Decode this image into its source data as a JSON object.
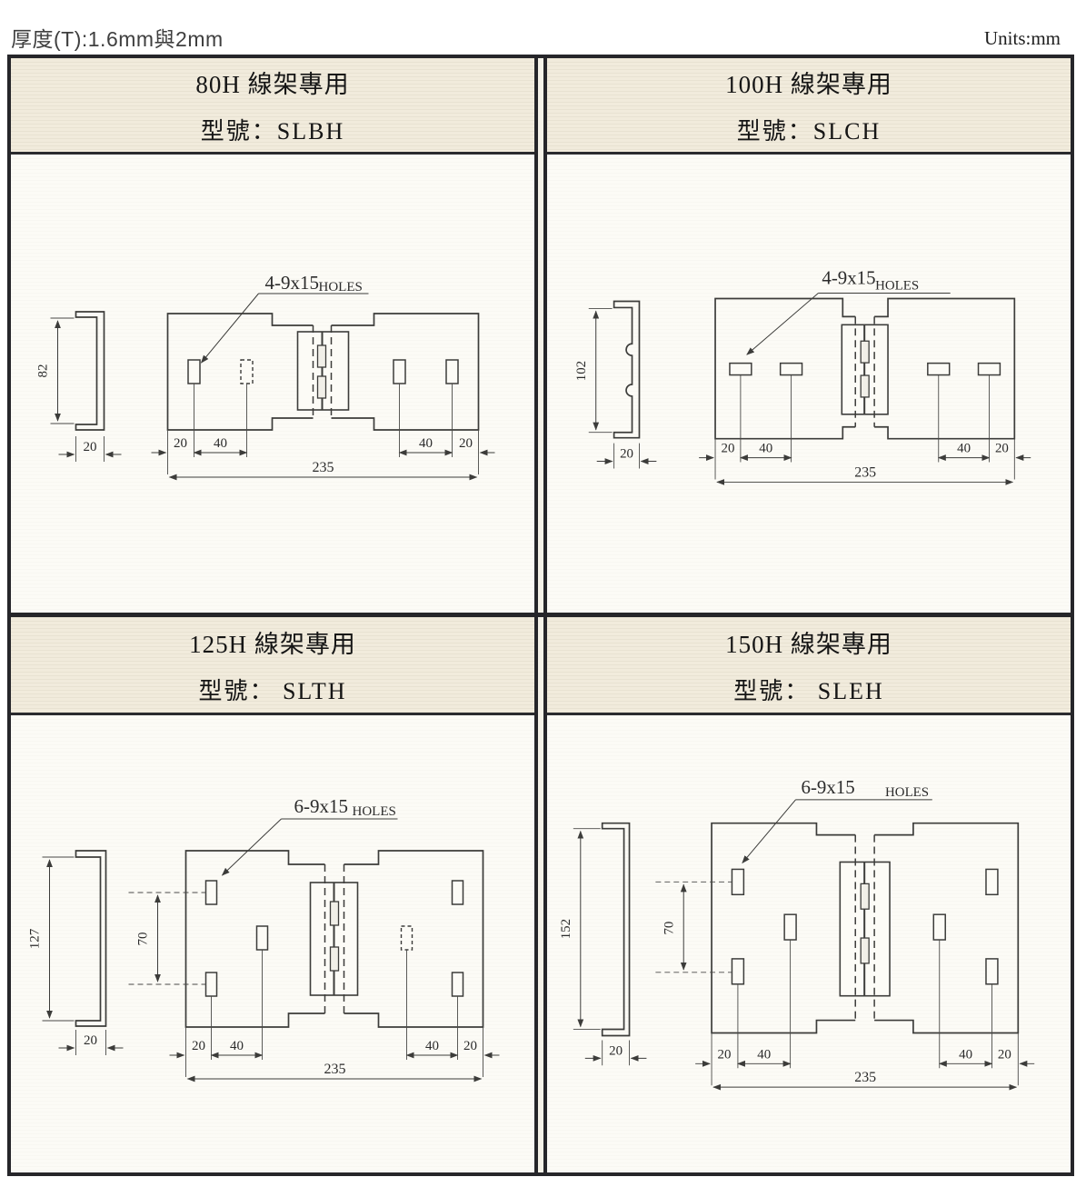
{
  "page": {
    "thickness_note": "厚度(T):1.6mm與2mm",
    "units_label": "Units:mm",
    "accent_colors": {
      "frame": "#26262a",
      "header_bg": "#f1ebdc",
      "drawing_bg": "#fcfbf6",
      "line": "#3c3c3a"
    }
  },
  "panels": [
    {
      "title": "80H 線架專用",
      "model": "型號：SLBH",
      "holes_label": "4-9x15",
      "holes_suffix": "HOLES",
      "dims": {
        "height": "82",
        "width": "20",
        "margin": "20",
        "pitch": "40",
        "total": "235"
      }
    },
    {
      "title": "100H 線架專用",
      "model": "型號：SLCH",
      "holes_label": "4-9x15",
      "holes_suffix": "HOLES",
      "dims": {
        "height": "102",
        "width": "20",
        "margin": "20",
        "pitch": "40",
        "total": "235"
      }
    },
    {
      "title": "125H 線架專用",
      "model": "型號： SLTH",
      "holes_label": "6-9x15",
      "holes_suffix": "HOLES",
      "dims": {
        "height": "127",
        "width": "20",
        "margin": "20",
        "pitch": "40",
        "total": "235",
        "row_pitch": "70"
      }
    },
    {
      "title": "150H  線架專用",
      "model": "型號： SLEH",
      "holes_label": "6-9x15",
      "holes_suffix": "HOLES",
      "dims": {
        "height": "152",
        "width": "20",
        "margin": "20",
        "pitch": "40",
        "total": "235",
        "row_pitch": "70"
      }
    }
  ]
}
